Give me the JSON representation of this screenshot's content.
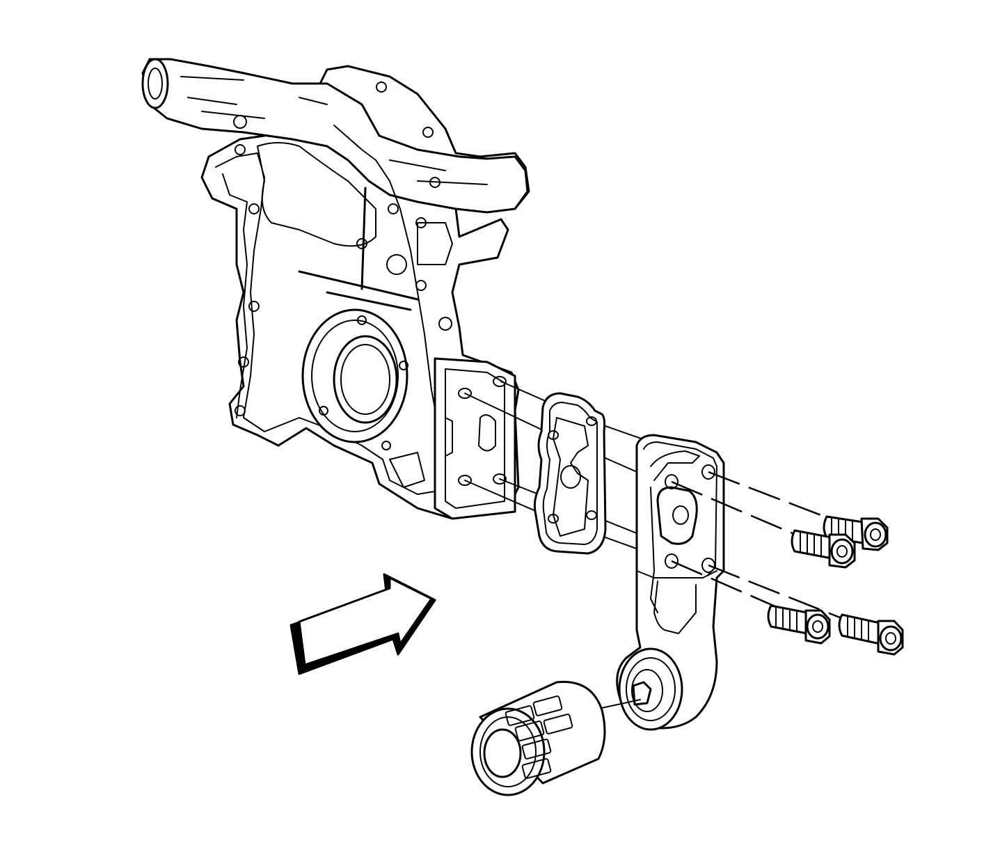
{
  "diagram": {
    "kind": "exploded-view line drawing",
    "components": [
      "engine-front-cover",
      "gasket",
      "oil-filter-adapter",
      "oil-filter",
      "bolt",
      "bolt",
      "bolt",
      "bolt",
      "direction-arrow"
    ],
    "colors": {
      "line": "#000000",
      "background": "#ffffff"
    }
  }
}
